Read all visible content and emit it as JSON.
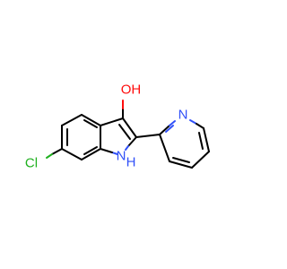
{
  "molecule": {
    "atom_labels": {
      "hydroxyl": "OH",
      "pyridine_n": "N",
      "indole_nh": "N",
      "indole_h": "H",
      "chlorine": "Cl"
    },
    "colors": {
      "bond": "#000000",
      "oxygen": "#ff0d0d",
      "nitrogen": "#3050f8",
      "chlorine": "#1fb01f"
    }
  }
}
